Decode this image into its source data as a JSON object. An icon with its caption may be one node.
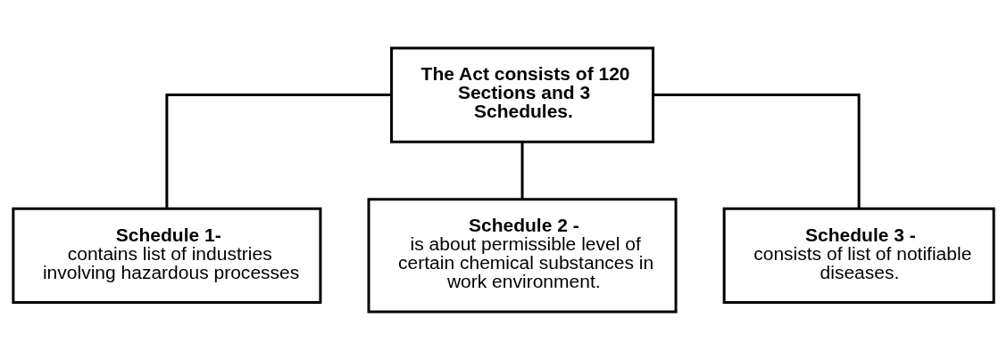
{
  "diagram": {
    "nodes": [
      {
        "text": [
          "The Act consists of 120 Sections and 3 Schedules."
        ]
      },
      {
        "text": [
          "Schedule 1-",
          "contains list of industries involving hazardous processes"
        ]
      },
      {
        "text": [
          "Schedule 2 -",
          "is about permissible level of certain chemical substances in work environment."
        ]
      },
      {
        "text": [
          "Schedule 3 -",
          "consists of list of notifiable diseases."
        ]
      }
    ],
    "edges": [
      {
        "from": 0,
        "to": 1,
        "arrow": "none"
      },
      {
        "from": 0,
        "to": 2,
        "arrow": "none"
      },
      {
        "from": 0,
        "to": 3,
        "arrow": "none"
      }
    ]
  }
}
